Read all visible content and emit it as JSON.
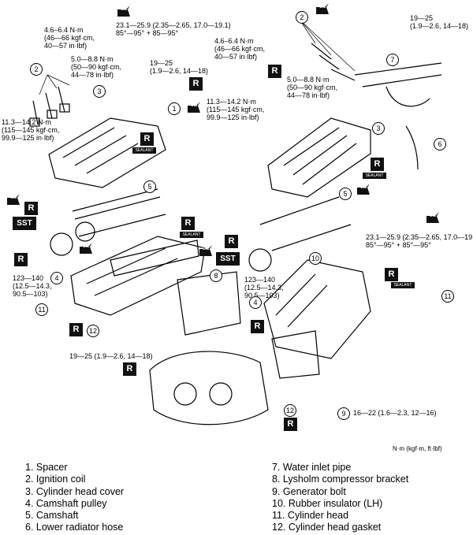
{
  "callouts": {
    "t_plug_left": "4.6–6.4 N·m\n(46—66 kgf·cm,\n40—57 in·lbf)",
    "t_plug_right": "4.6–6.4 N·m\n(46—66 kgf·cm,\n40—57 in·lbf)",
    "t_cover_bolt_left": "5.0—8.8 N·m\n(50—90 kgf·cm,\n44—78 in·lbf)",
    "t_cover_bolt_right": "5.0—8.8 N·m\n(50—90 kgf·cm,\n44—78 in·lbf)",
    "t_cam_cap_top": "23.1—25.9 (2.35—2.65, 17.0—19.1)\n85°—95° + 85—95°",
    "t_cam_cap_right": "23.1—25.9 (2.35—2.65, 17.0—19.1)\n85°—95° + 85°—95°",
    "t_spacer": "19—25\n(1.9—2.6, 14—18)",
    "t_pipe": "19—25\n(1.9—2.6, 14—18)",
    "t_head_left": "11.3—14.2 N·m\n(115—145 kgf·cm,\n99.9—125 in·lbf)",
    "t_head_center": "11.3—14.2 N·m\n(115—145 kgf·cm,\n99.9—125 in·lbf)",
    "t_pulley_left": "123—140\n(12.5—14.3,\n90.5—103)",
    "t_pulley_center": "123—140\n(12.5—14.3,\n90.5—103)",
    "t_bracket": "19—25 (1.9—2.6, 14—18)",
    "t_generator": "16—22 (1.6—2.3, 12—16)",
    "unit": "N·m (kgf·m, ft·lbf)"
  },
  "symbols": {
    "r": "R",
    "sst": "SST",
    "oil": "OIL",
    "sealant": "SEALANT"
  },
  "numbers": [
    "1",
    "2",
    "3",
    "4",
    "5",
    "6",
    "7",
    "8",
    "9",
    "10",
    "11",
    "12"
  ],
  "legend": {
    "left": [
      "1.  Spacer",
      "2.  Ignition coil",
      "3.  Cylinder head cover",
      "4.  Camshaft pulley",
      "5.  Camshaft",
      "6.  Lower radiator hose"
    ],
    "right": [
      "7.  Water inlet pipe",
      "8.  Lysholm compressor bracket",
      "9.  Generator bolt",
      "10.  Rubber insulator (LH)",
      "11.  Cylinder head",
      "12.  Cylinder head gasket"
    ]
  }
}
